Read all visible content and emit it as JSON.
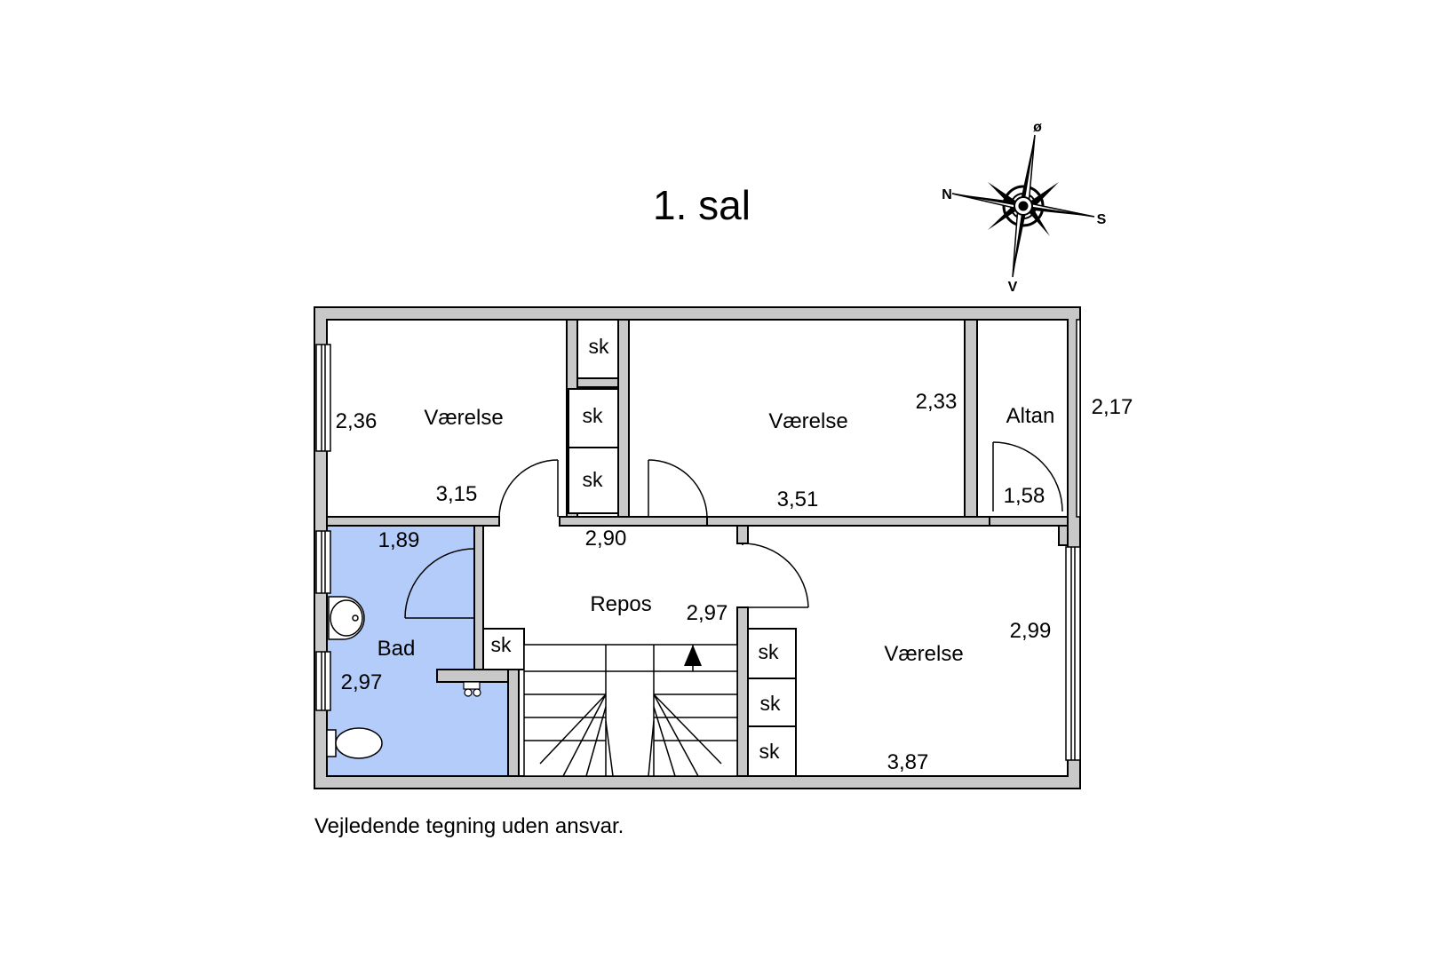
{
  "title": "1. sal",
  "footnote": "Vejledende tegning uden ansvar.",
  "compass": {
    "north": "N",
    "east": "ø",
    "south": "S",
    "west": "V"
  },
  "colors": {
    "wall": "#c8c8c8",
    "bathroom": "#b3ccfa",
    "line": "#000000"
  },
  "rooms": {
    "room_nw": {
      "label": "Værelse",
      "width": "3,15",
      "depth": "2,36"
    },
    "room_n": {
      "label": "Værelse",
      "width": "3,51",
      "depth": "2,33"
    },
    "balcony": {
      "label": "Altan",
      "width": "1,58",
      "depth": "2,17"
    },
    "bathroom": {
      "label": "Bad",
      "width": "1,89",
      "depth": "2,97"
    },
    "landing": {
      "label": "Repos",
      "width": "2,90",
      "depth": "2,97"
    },
    "room_se": {
      "label": "Værelse",
      "width": "3,87",
      "depth": "2,99"
    }
  },
  "closets": [
    "sk",
    "sk",
    "sk",
    "sk",
    "sk",
    "sk",
    "sk"
  ],
  "icons": [
    "compass-rose-icon",
    "stair-arrow-icon",
    "sink-icon",
    "toilet-icon",
    "faucet-icon"
  ]
}
